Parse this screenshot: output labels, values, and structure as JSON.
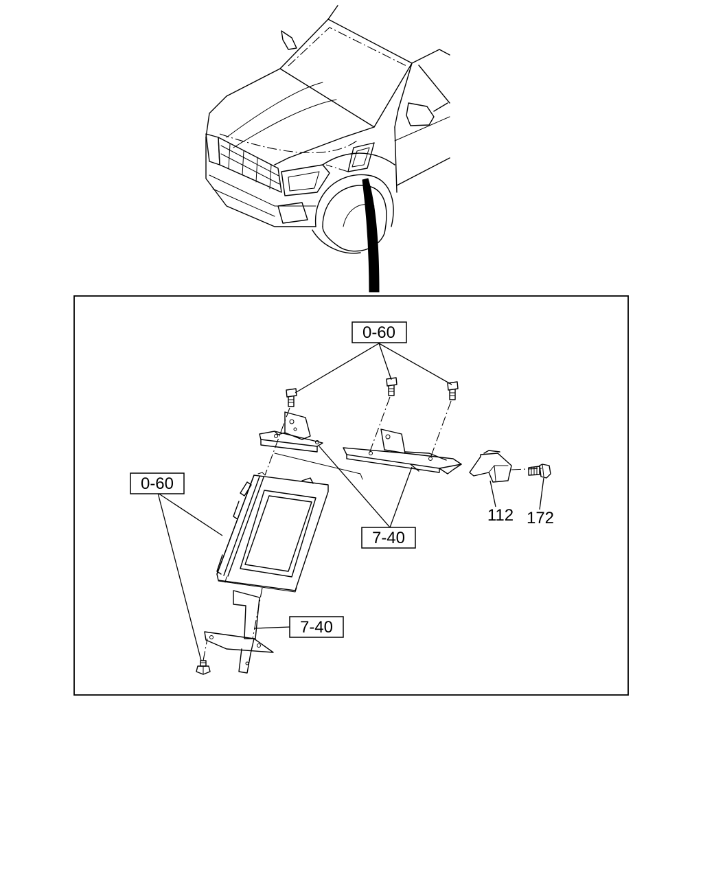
{
  "callouts": {
    "ref_top": "0-60",
    "ref_left": "0-60",
    "ref_bracket_upper": "7-40",
    "ref_bracket_lower": "7-40",
    "part_sensor": "112",
    "part_bolt": "172"
  }
}
